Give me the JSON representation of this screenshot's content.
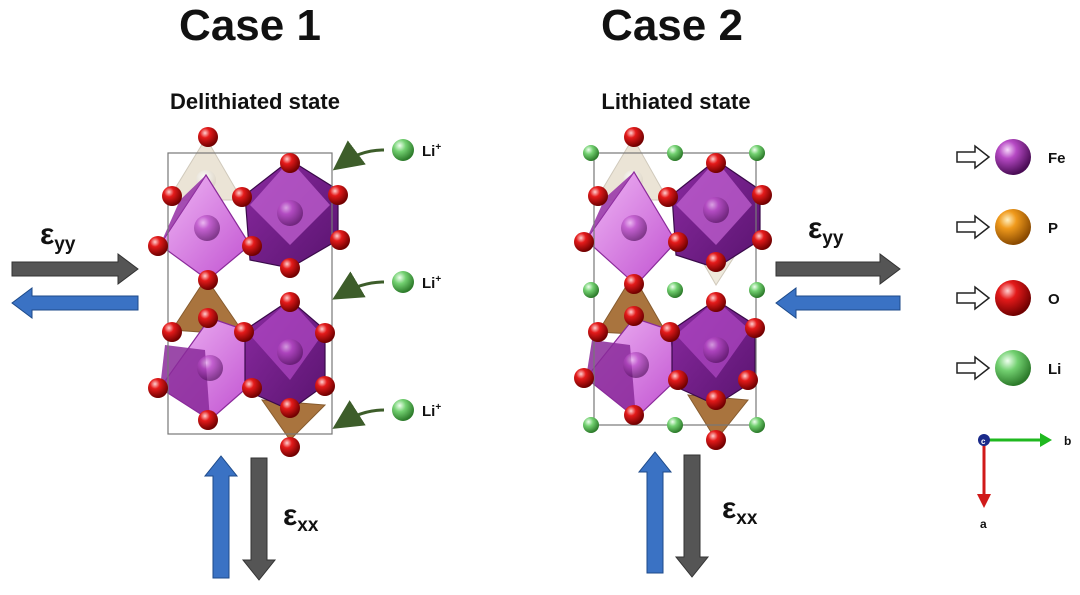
{
  "case1": {
    "title": "Case 1",
    "state": "Delithiated state",
    "strain_yy": {
      "symbol": "ε",
      "subscript": "yy"
    },
    "strain_xx": {
      "symbol": "ε",
      "subscript": "xx"
    },
    "li_labels": [
      {
        "base": "Li",
        "sup": "+"
      },
      {
        "base": "Li",
        "sup": "+"
      },
      {
        "base": "Li",
        "sup": "+"
      }
    ]
  },
  "case2": {
    "title": "Case 2",
    "state": "Lithiated state",
    "strain_yy": {
      "symbol": "ε",
      "subscript": "yy"
    },
    "strain_xx": {
      "symbol": "ε",
      "subscript": "xx"
    }
  },
  "legend": {
    "items": [
      {
        "label": "Fe",
        "color": "#8e2a9c"
      },
      {
        "label": "P",
        "color": "#ee8a10"
      },
      {
        "label": "O",
        "color": "#e01616"
      },
      {
        "label": "Li",
        "color": "#5ec85c"
      }
    ]
  },
  "axes": {
    "b_label": "b",
    "a_label": "a",
    "c_label": "c"
  },
  "colors": {
    "compress_arrow": "#505050",
    "tension_arrow": "#3a72c4",
    "li_arrow": "#3d5d2a",
    "fe_polyhedron": "#a030b0",
    "p_tetrahedron": "#a0662a"
  }
}
